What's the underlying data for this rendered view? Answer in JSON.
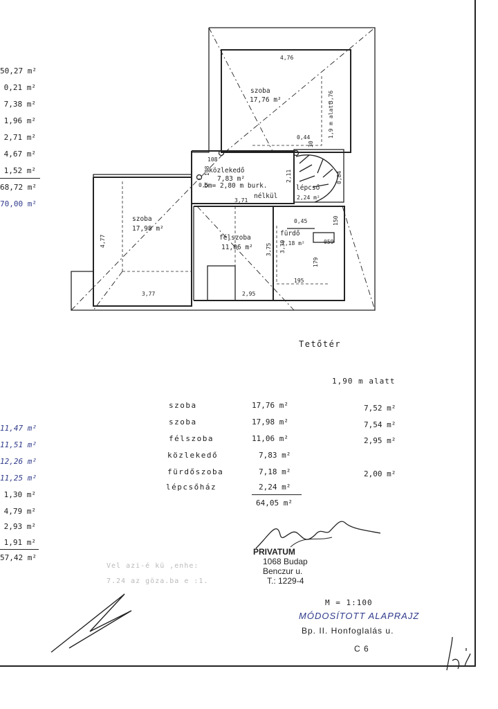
{
  "left_column_top": [
    "50,27 m²",
    "0,21 m²",
    "7,38 m²",
    "1,96 m²",
    "2,71 m²",
    "4,67 m²",
    "1,52 m²",
    "68,72 m²",
    "70,00 m²"
  ],
  "left_column_bottom": [
    "11,47 m²",
    "11,51 m²",
    "12,26 m²",
    "11,25 m²",
    "1,30 m²",
    "4,79 m²",
    "2,93 m²",
    "1,91 m²",
    "57,42 m²"
  ],
  "plan": {
    "rooms": {
      "szoba_top": {
        "name": "szoba",
        "area": "17,76 m²"
      },
      "kozlekedo": {
        "name": "közlekedő",
        "area": "7,83 m²",
        "note1": "bm= 2,80 m burk.",
        "note2": "nélkül"
      },
      "szoba_left": {
        "name": "szoba",
        "area": "17,98 m²"
      },
      "felszoba": {
        "name": "félszoba",
        "area": "11,06 m²"
      },
      "furdo": {
        "name": "fürdő",
        "area": "7,18 m²"
      },
      "lepcso": {
        "name": "lépcső",
        "area": "2,24 m²"
      }
    },
    "dims": {
      "d476": "4,76",
      "d376": "3,76",
      "alatt": "1,9 m alatt",
      "d108a": "108",
      "d108b": "108",
      "d05": "0,5",
      "d211": "2,11",
      "d371": "3,71",
      "d084": "0,84",
      "d044": "0,44",
      "d30": "30",
      "d045": "0,45",
      "d150": "150",
      "d059": "059",
      "d179": "179",
      "d195": "195",
      "d377": "3,77",
      "d295": "2,95",
      "d477": "4,77",
      "d375": "3,75",
      "d330": "3,30"
    }
  },
  "caption": "Tetőtér",
  "table": {
    "col_header": "1,90 m   alatt",
    "rows": [
      {
        "name": "szoba",
        "area": "17,76 m²",
        "under": "7,52 m²"
      },
      {
        "name": "szoba",
        "area": "17,98 m²",
        "under": "7,54 m²"
      },
      {
        "name": "félszoba",
        "area": "11,06 m²",
        "under": "2,95 m²"
      },
      {
        "name": "közlekedő",
        "area": "7,83 m²",
        "under": ""
      },
      {
        "name": "fürdőszoba",
        "area": "7,18 m²",
        "under": "2,00 m²"
      },
      {
        "name": "lépcsőház",
        "area": "2,24 m²",
        "under": ""
      }
    ],
    "total": "64,05 m²"
  },
  "faint_note": [
    "Vel azi-é kü ,enhe:",
    "7.24 az göza.ba e :1."
  ],
  "stamp": {
    "line1": "PRIVATUM",
    "line2": "1068 Budap",
    "line3": "Benczur u.",
    "line4": "T.: 1229-4"
  },
  "scale": "M = 1:100",
  "handwritten_title": "MÓDOSÍTOTT ALAPRAJZ",
  "address": "Bp. II. Honfoglalás u.",
  "sheet_code": "C 6"
}
